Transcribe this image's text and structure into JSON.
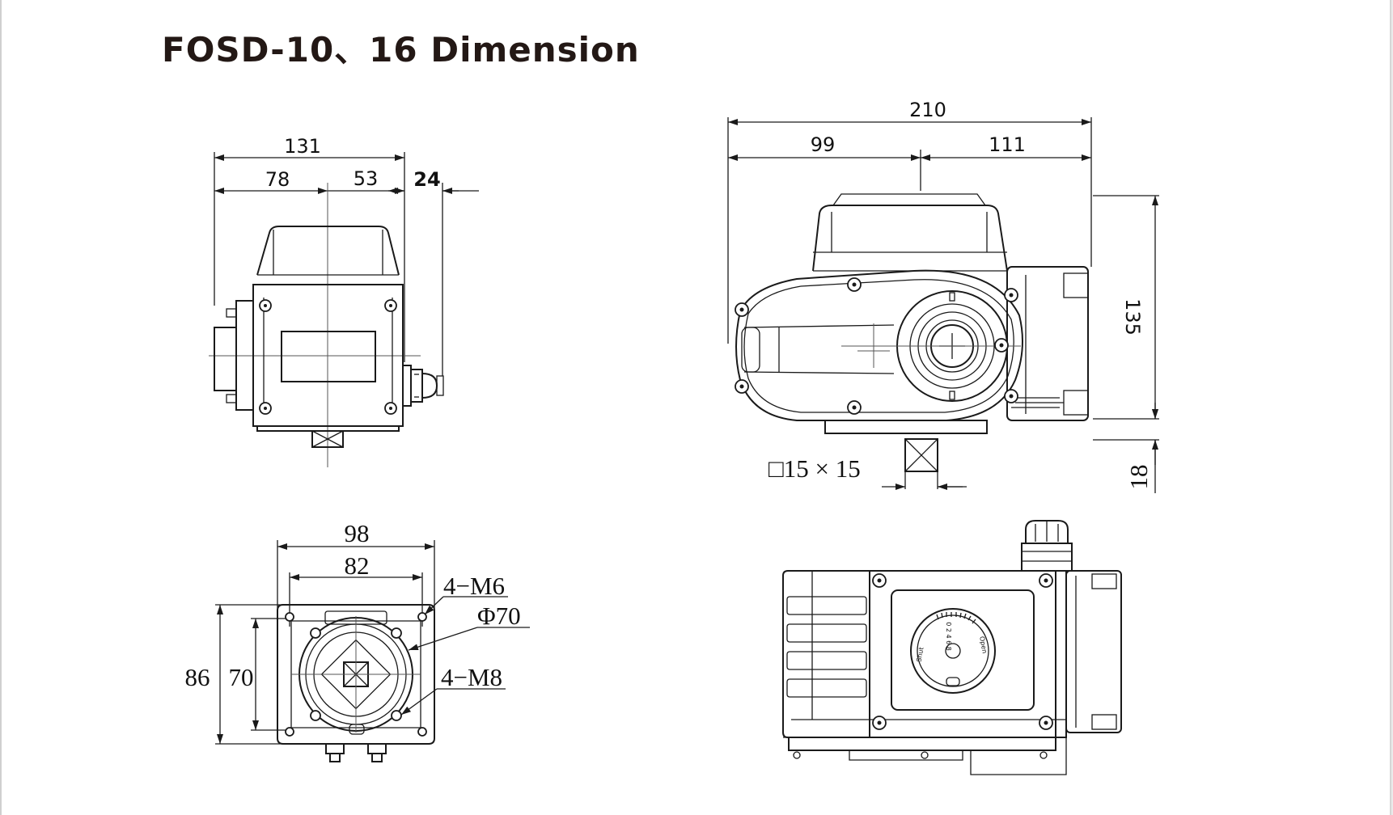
{
  "title": "FOSD-10、16  Dimension",
  "views": {
    "side": {
      "overall_width": "131",
      "left_offset": "78",
      "right_offset": "53",
      "gland_projection": "24"
    },
    "front": {
      "overall_length": "210",
      "left_length": "99",
      "right_length": "111",
      "height": "135",
      "shaft_projection": "18",
      "square_drive": "□15 × 15"
    },
    "bottom_flange": {
      "outer_span": "98",
      "inner_span": "82",
      "outer_height": "86",
      "inner_height": "70",
      "outer_bolts": "4−M6",
      "pitch_circle": "Φ70",
      "inner_bolts": "4−M8"
    },
    "top": {
      "dial_labels": [
        "Shut",
        "Open"
      ],
      "dial_numbers": "0 2 4 6 8"
    }
  }
}
